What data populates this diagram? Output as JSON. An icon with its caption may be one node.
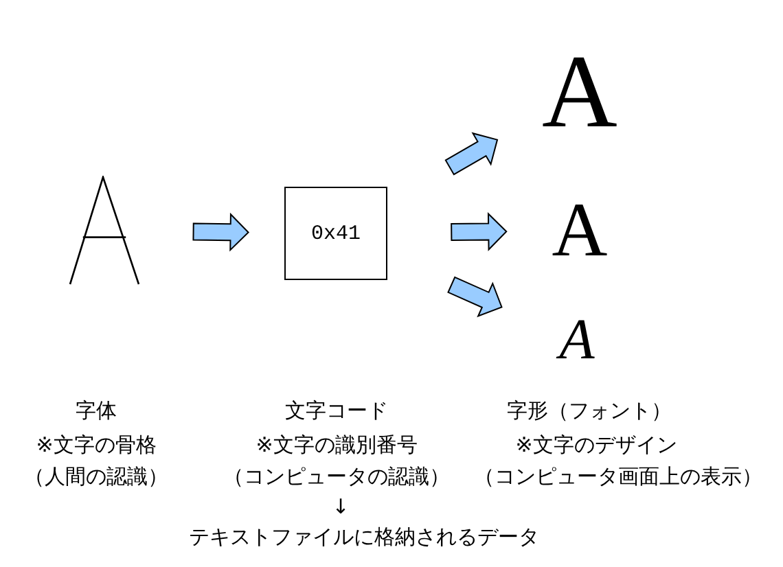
{
  "diagram": {
    "nodes": [
      {
        "text": [],
        "shape": "picture",
        "beside": [
          "字体",
          "※文字の骨格",
          "（人間の認識）"
        ]
      },
      {
        "text": [
          "0x41"
        ],
        "beside": [
          "文字コード",
          "※文字の識別番号",
          "（コンピュータの認識）"
        ]
      },
      {
        "text": [
          "A"
        ]
      },
      {
        "text": [
          "A"
        ]
      },
      {
        "text": [
          "A"
        ]
      }
    ],
    "edges": [
      {
        "from": 0,
        "to": 1,
        "arrow": "to"
      },
      {
        "from": 1,
        "to": 2,
        "arrow": "to"
      },
      {
        "from": 1,
        "to": 3,
        "arrow": "to"
      },
      {
        "from": 1,
        "to": 4,
        "arrow": "to"
      }
    ],
    "labels": [
      "字形（フォント）",
      "※文字のデザイン",
      "（コンピュータ画面上の表示）",
      "↓",
      "テキストファイルに格納されるデータ"
    ]
  }
}
